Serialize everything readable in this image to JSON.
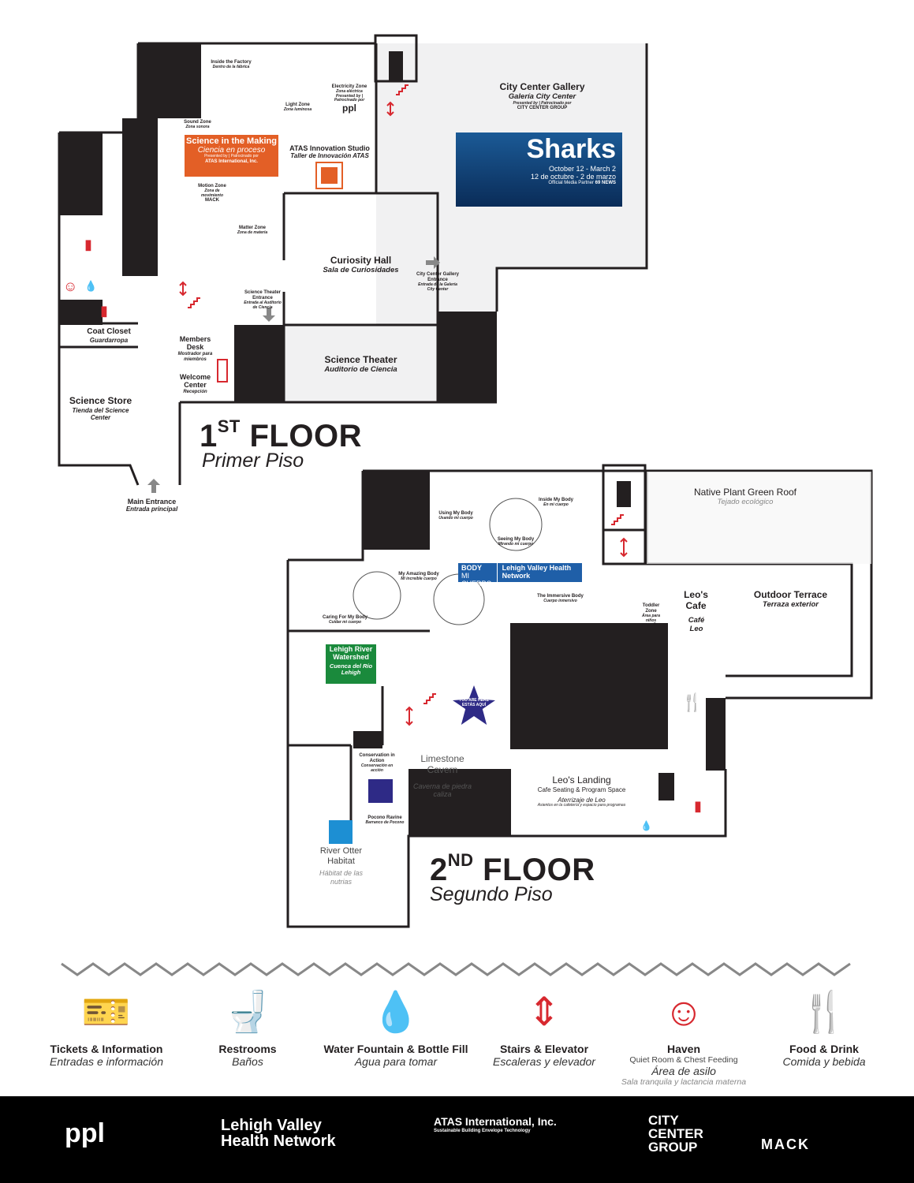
{
  "first_floor": {
    "title_num": "1",
    "title_sup": "ST",
    "title": "FLOOR",
    "subtitle": "Primer Piso",
    "rooms": [
      {
        "name": "City Center Gallery",
        "sub": "Galería City Center",
        "sponsor": "Presented by | Patrocinado por",
        "sponsor_name": "CITY CENTER GROUP"
      },
      {
        "name": "ATAS Innovation Studio",
        "sub": "Taller de Innovación ATAS"
      },
      {
        "name": "Curiosity Hall",
        "sub": "Sala de Curiosidades"
      },
      {
        "name": "Science Theater",
        "sub": "Auditorio de Ciencia"
      },
      {
        "name": "Coat Closet",
        "sub": "Guardarropa"
      },
      {
        "name": "Science Store",
        "sub": "Tienda del Science Center"
      },
      {
        "name": "Members Desk",
        "sub": "Mostrador para miembros"
      },
      {
        "name": "Welcome Center",
        "sub": "Recepción"
      },
      {
        "name": "Main Entrance",
        "sub": "Entrada principal"
      },
      {
        "name": "City Center Gallery Entrance",
        "sub": "Entrada de la Galería City Center"
      },
      {
        "name": "Science Theater Entrance",
        "sub": "Entrada al Auditorio de Ciencia"
      }
    ],
    "zones": [
      {
        "name": "Inside the Factory",
        "sub": "Dentro de la fábrica"
      },
      {
        "name": "Electricity Zone",
        "sub": "Zona eléctrica",
        "sponsor": "Presented by | Patrocinado por",
        "sponsor_name": "ppl"
      },
      {
        "name": "Light Zone",
        "sub": "Zona luminosa"
      },
      {
        "name": "Sound Zone",
        "sub": "Zona sonora"
      },
      {
        "name": "Motion Zone",
        "sub": "Zona de movimiento",
        "sponsor_name": "MACK"
      },
      {
        "name": "Matter Zone",
        "sub": "Zona de materia"
      }
    ],
    "feature": {
      "name": "Science in the Making",
      "sub": "Ciencia en proceso",
      "sponsor": "Presented by | Patrocinado por",
      "sponsor_name": "ATAS International, Inc.",
      "color": "#e35f26"
    },
    "sharks": {
      "title": "Sharks",
      "dates": "October 12 - March 2",
      "dates_es": "12 de octubre - 2 de marzo",
      "partner": "Official Media Partner",
      "partner_name": "69 NEWS"
    }
  },
  "second_floor": {
    "title_num": "2",
    "title_sup": "ND",
    "title": "FLOOR",
    "subtitle": "Segundo Piso",
    "rooms": [
      {
        "name": "Native Plant Green Roof",
        "sub": "Tejado ecológico"
      },
      {
        "name": "Outdoor Terrace",
        "sub": "Terraza exterior"
      },
      {
        "name": "Leo's Cafe",
        "sub": "Café Leo"
      },
      {
        "name": "Leo's Landing",
        "sub2": "Cafe Seating & Program Space",
        "sub": "Aterrizaje de Leo",
        "sub3": "Asientos en la cafetería y espacio para programas"
      },
      {
        "name": "Limestone Cavern",
        "sub": "Caverna de piedra caliza"
      },
      {
        "name": "River Otter Habitat",
        "sub": "Hábitat de las nutrias"
      }
    ],
    "zones": [
      {
        "name": "Using My Body",
        "sub": "Usando mi cuerpo"
      },
      {
        "name": "Inside My Body",
        "sub": "En mi cuerpo"
      },
      {
        "name": "Seeing My Body",
        "sub": "Mirando mi cuerpo"
      },
      {
        "name": "My Amazing Body",
        "sub": "Mi increíble cuerpo"
      },
      {
        "name": "Caring For My Body",
        "sub": "Cuidar mi cuerpo"
      },
      {
        "name": "The Immersive Body",
        "sub": "Cuerpo inmersivo"
      },
      {
        "name": "Toddler Zone",
        "sub": "Área para niños pequeños"
      },
      {
        "name": "Conservation in Action",
        "sub": "Conservación en acción"
      },
      {
        "name": "Pocono Ravine",
        "sub": "Barranco de Pocono"
      }
    ],
    "my_body": {
      "name": "MY BODY",
      "sub": "MI CUERPO",
      "sponsor_name": "Lehigh Valley Health Network",
      "color": "#1f5fa8"
    },
    "watershed": {
      "name": "Lehigh River Watershed",
      "sub": "Cuenca del Río Lehigh",
      "color": "#1a8a3c"
    },
    "you_are_here": {
      "text": "YOU ARE HERE",
      "sub": "ESTÁS AQUÍ",
      "color": "#2e2a86"
    }
  },
  "legend": [
    {
      "icon": "ticket-icon",
      "label": "Tickets & Information",
      "sub": "Entradas e información"
    },
    {
      "icon": "toilet-icon",
      "label": "Restrooms",
      "sub": "Baños"
    },
    {
      "icon": "water-bottle-icon",
      "label": "Water Fountain & Bottle Fill",
      "sub": "Agua para tomar"
    },
    {
      "icon": "stairs-elevator-icon",
      "label": "Stairs & Elevator",
      "sub": "Escaleras y elevador"
    },
    {
      "icon": "smile-icon",
      "label": "Haven",
      "extra": "Quiet Room & Chest Feeding",
      "sub": "Área de asilo",
      "extra_es": "Sala tranquila y lactancia materna"
    },
    {
      "icon": "fork-knife-icon",
      "label": "Food & Drink",
      "sub": "Comida y bebida"
    }
  ],
  "accent": "#d7282f",
  "sponsors": [
    "ppl",
    "Lehigh Valley Health Network",
    "ATAS International, Inc.",
    "Sustainable Building Envelope Technology",
    "CITY CENTER GROUP",
    "MACK"
  ]
}
